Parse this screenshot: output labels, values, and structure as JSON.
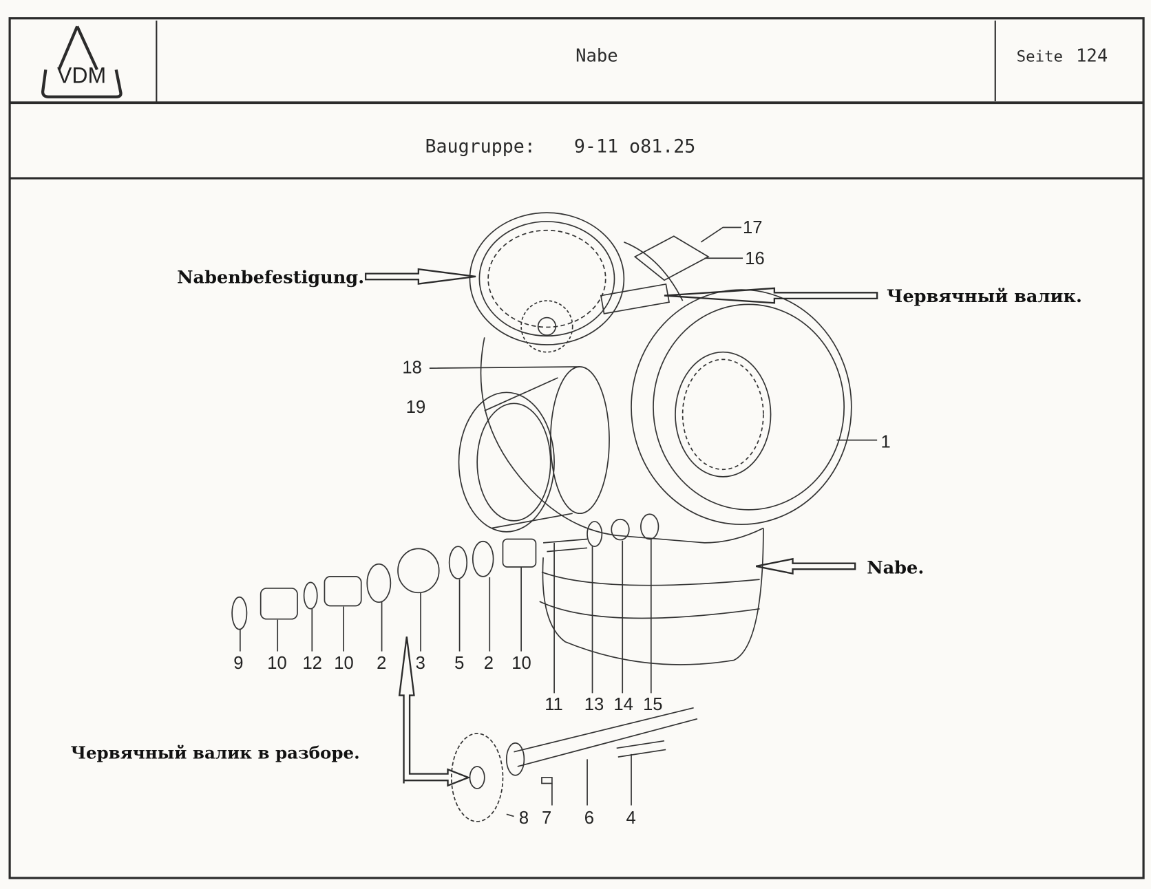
{
  "header": {
    "logo_text": "VDM",
    "title": "Nabe",
    "page_label": "Seite",
    "page_number": "124"
  },
  "assembly": {
    "label": "Baugruppe:",
    "number": "9-11 o81.25"
  },
  "annotations": {
    "hub_mount": "Nabenbefestigung.",
    "worm_shaft": "Червячный валик.",
    "hub": "Nabe.",
    "worm_shaft_disassembled": "Червячный валик в разборе."
  },
  "part_numbers": [
    "17",
    "16",
    "18",
    "19",
    "1",
    "9",
    "10",
    "12",
    "10",
    "2",
    "3",
    "5",
    "2",
    "10",
    "11",
    "13",
    "14",
    "15",
    "8",
    "7",
    "6",
    "4"
  ]
}
